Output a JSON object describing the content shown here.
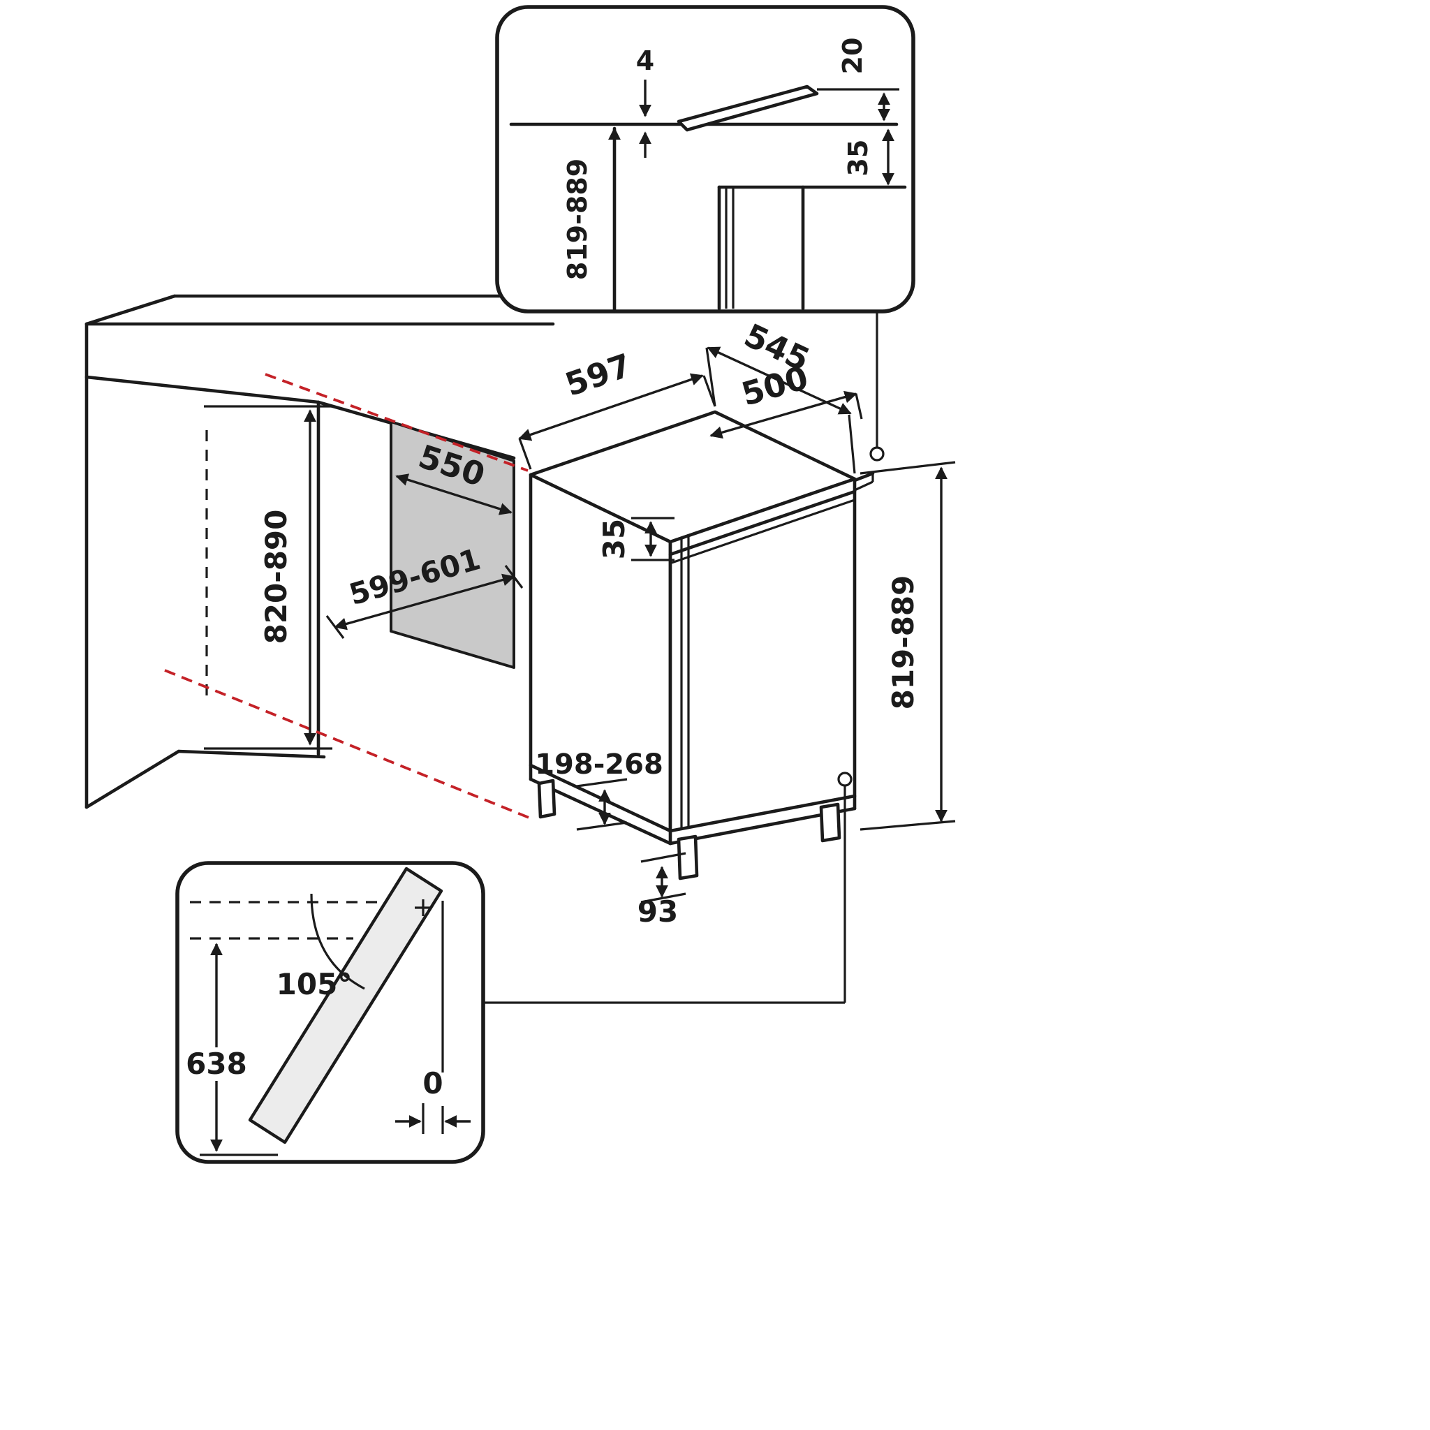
{
  "diagram": {
    "colors": {
      "line": "#1b1b1b",
      "projection_line": "#c42127",
      "panel_fill": "#c9c9c9",
      "door_fill": "#ececec",
      "background": "#ffffff"
    },
    "top_detail_inset": {
      "trim_thickness": "4",
      "rear_clearance": "20",
      "worktop_height": "819-889",
      "top_gap": "35"
    },
    "main_view": {
      "depth": "545",
      "width": "597",
      "inner_width": "500",
      "niche_depth": "550",
      "niche_width": "599-601",
      "niche_height": "820-890",
      "top_gap": "35",
      "appliance_height": "819-889",
      "plinth_height": "198-268",
      "foot_inset": "93"
    },
    "door_swing_inset": {
      "opening_angle": "105°",
      "door_height": "638",
      "side_clearance": "0"
    }
  }
}
